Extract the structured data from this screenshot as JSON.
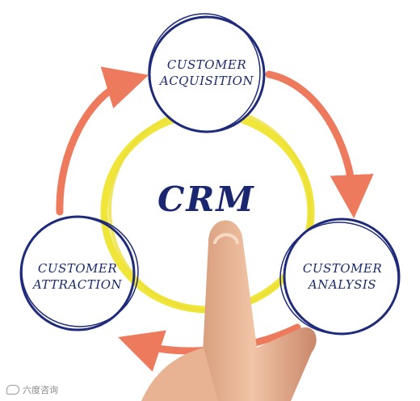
{
  "center": {
    "title": "CRM"
  },
  "nodes": {
    "acquisition": {
      "line1": "CUSTOMER",
      "line2": "ACQUISITION"
    },
    "attraction": {
      "line1": "CUSTOMER",
      "line2": "ATTRACTION"
    },
    "analysis": {
      "line1": "CUSTOMER",
      "line2": "ANALYSIS"
    }
  },
  "watermark": {
    "text": "六度咨询"
  },
  "colors": {
    "ring": "#1f2b7a",
    "center_ring": "#f0e63a",
    "arrow": "#ee7a5e",
    "text": "#1a2a6c",
    "finger": "#e2b294"
  },
  "icons": [
    "arrow-right-curved",
    "arrow-down-curved",
    "arrow-up-curved",
    "pointing-finger"
  ]
}
